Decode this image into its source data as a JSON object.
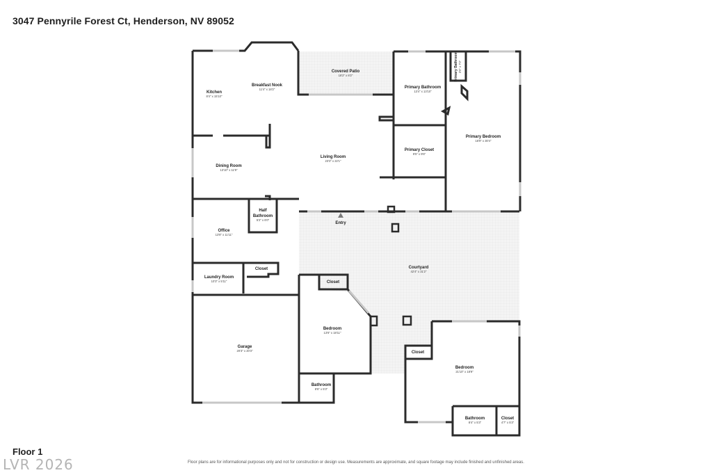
{
  "header": {
    "address": "3047 Pennyrile Forest Ct, Henderson, NV 89052"
  },
  "footer": {
    "floor": "Floor 1",
    "watermark": "LVR 2026",
    "disclaimer": "Floor plans are for informational purposes only and not for construction or design use. Measurements are approximate, and square footage may include finished and unfinished areas."
  },
  "colors": {
    "wall": "#2b2b2b",
    "paved": "#f2f2f2",
    "window": "#bdbdbd"
  },
  "rooms": {
    "kitchen": {
      "name": "Kitchen",
      "dim": "8'4\" x 15'10\""
    },
    "breakfast_nook": {
      "name": "Breakfast Nook",
      "dim": "11'4\" x 18'2\""
    },
    "covered_patio": {
      "name": "Covered Patio",
      "dim": "18'2\" x 8'2\""
    },
    "primary_bathroom": {
      "name": "Primary Bathroom",
      "dim": "13'4\" x 13'10\""
    },
    "primary_bathroom_small": {
      "name": "Primary Bathroom",
      "dim": "3'0\" x 7'0\""
    },
    "primary_bedroom": {
      "name": "Primary Bedroom",
      "dim": "16'9\" x 30'4\""
    },
    "primary_closet": {
      "name": "Primary Closet",
      "dim": "9'5\" x 9'6\""
    },
    "dining_room": {
      "name": "Dining Room",
      "dim": "13'10\" x 11'9\""
    },
    "living_room": {
      "name": "Living Room",
      "dim": "23'3\" x 22'1\""
    },
    "half_bathroom": {
      "name1": "Half",
      "name2": "Bathroom",
      "dim": "5'2\" x 6'0\""
    },
    "office": {
      "name": "Office",
      "dim": "13'8\" x 11'11\""
    },
    "entry": {
      "name": "Entry"
    },
    "courtyard": {
      "name": "Courtyard",
      "dim": "42'4\" x 31'2\""
    },
    "laundry_room": {
      "name": "Laundry Room",
      "dim": "10'3\" x 5'11\""
    },
    "closet_laundry": {
      "name": "Closet"
    },
    "closet_bedroom1": {
      "name": "Closet"
    },
    "bedroom1": {
      "name": "Bedroom",
      "dim": "13'6\" x 18'11\""
    },
    "garage": {
      "name": "Garage",
      "dim": "20'3\" x 20'3\""
    },
    "bathroom1": {
      "name": "Bathroom",
      "dim": "8'6\" x 5'3\""
    },
    "closet_bedroom2": {
      "name": "Closet"
    },
    "bedroom2": {
      "name": "Bedroom",
      "dim": "21'10\" x 18'9\""
    },
    "bathroom2": {
      "name": "Bathroom",
      "dim": "8'4\" x 5'3\""
    },
    "closet_bath2": {
      "name": "Closet",
      "dim": "4'7\" x 5'3\""
    }
  }
}
